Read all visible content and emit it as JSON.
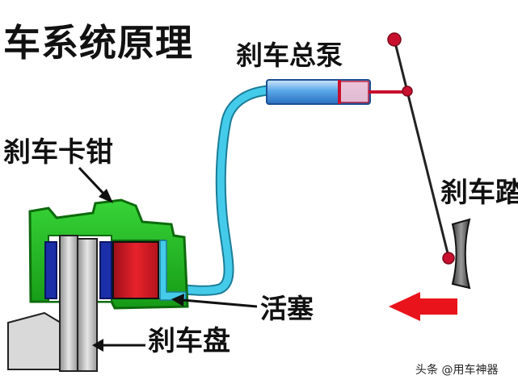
{
  "title": "车系统原理",
  "labels": {
    "master_cylinder": "刹车总泵",
    "caliper": "刹车卡钳",
    "pedal": "刹车踏",
    "piston": "活塞",
    "disc": "刹车盘"
  },
  "watermark": "头条 @用车神器",
  "colors": {
    "caliper_green": "#1bb81b",
    "piston_red": "#d8202a",
    "pad_blue": "#1a2fa8",
    "brake_line_cyan": "#3fc6e6",
    "master_cylinder_blue": "#5aa8e8",
    "arrow_red": "#e8131b",
    "pivot_red": "#c8102e"
  }
}
